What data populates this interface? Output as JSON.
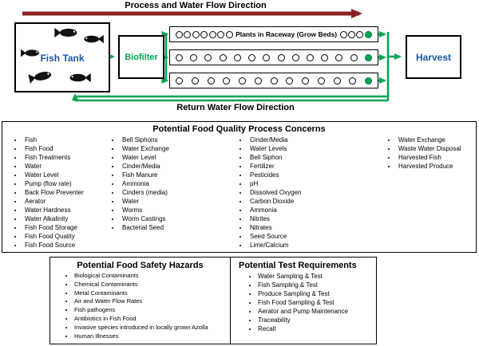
{
  "diagram": {
    "process_flow_label": "Process and Water Flow Direction",
    "return_flow_label": "Return Water Flow Direction",
    "fish_tank": {
      "label": "Fish Tank"
    },
    "biofilter": {
      "label": "Biofilter"
    },
    "harvest": {
      "label": "Harvest"
    },
    "raceway": {
      "rows": [
        {
          "open_before": 7,
          "label": "Plants in Raceway (Grow Beds)",
          "open_after": 3,
          "green": 1
        },
        {
          "open_before": 13,
          "green": 1
        },
        {
          "open_before": 12,
          "green": 1
        }
      ]
    },
    "colors": {
      "process_arrow": "#8B2323",
      "water_flow": "#00A651",
      "fish_tank_text": "#1C57A8",
      "biofilter_text": "#00A651",
      "harvest_text": "#1C57A8"
    }
  },
  "quality_concerns": {
    "title": "Potential Food Quality Process Concerns",
    "columns": [
      {
        "items": [
          "Fish",
          "Fish Food",
          "Fish Treatments",
          "Water",
          "Water Level",
          "Pump (flow rate)",
          "Back Flow Preventer",
          "Aerator",
          "Water Hardness",
          "Water Alkalinity",
          "Fish Food Storage",
          "Fish Food Quality",
          "Fish Food Source"
        ]
      },
      {
        "items": [
          "Bell Siphons",
          "Water Exchange",
          "Water Level",
          "Cinder/Media",
          "Fish Manure",
          "Ammonia",
          "Cinders (media)",
          "Water",
          "Worms",
          "Worm Castings",
          "Bacterial Seed"
        ]
      },
      {
        "items": [
          "Cinder/Media",
          "Water Levels",
          "Bell Siphon",
          "Fertilizer",
          "Pesticides",
          "pH",
          "Dissolved Oxygen",
          "Carbon Dioxide",
          "Ammonia",
          "Nitrites",
          "Nitrates",
          "Seed Source",
          "Lime/Calcium"
        ]
      },
      {
        "items": [
          "Water Exchange",
          "Waste Water Disposal",
          "Harvested Fish",
          "Harvested Produce"
        ]
      }
    ]
  },
  "safety_hazards": {
    "title": "Potential Food Safety Hazards",
    "items": [
      "Biological Contaminants",
      "Chemical Contaminants",
      "Metal Contaminants",
      "Air and Water Flow Rates",
      "Fish pathogens",
      "Antibiotics in Fish Food",
      "Invasive species introduced in locally grown Azolla",
      "Human Illnesses"
    ]
  },
  "test_requirements": {
    "title": "Potential Test Requirements",
    "items": [
      "Water Sampling & Test",
      "Fish Sampling & Test",
      "Produce Sampling & Test",
      "Fish Food Sampling & Test",
      "Aerator and Pump Maintenance",
      "Traceability",
      "Recall"
    ]
  }
}
